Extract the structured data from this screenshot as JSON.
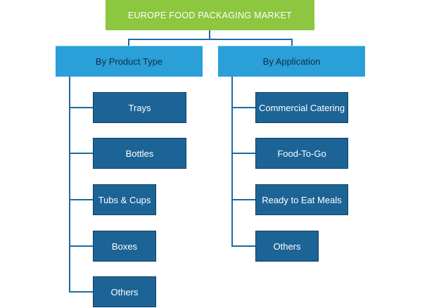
{
  "root": {
    "label": "EUROPE FOOD PACKAGING MARKET"
  },
  "categories": [
    {
      "label": "By Product Type",
      "items": [
        "Trays",
        "Bottles",
        "Tubs & Cups",
        "Boxes",
        "Others"
      ]
    },
    {
      "label": "By Application",
      "items": [
        "Commercial Catering",
        "Food-To-Go",
        "Ready to Eat Meals",
        "Others"
      ]
    }
  ],
  "colors": {
    "root": "#8dc63f",
    "category": "#2a9fd8",
    "leaf": "#1c6496",
    "connector": "#1f6aa0"
  }
}
